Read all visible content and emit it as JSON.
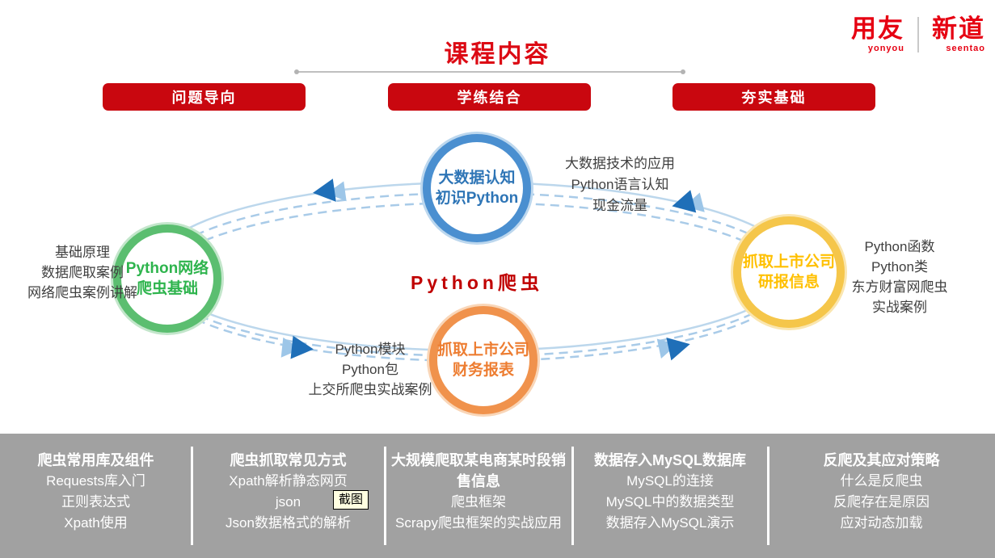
{
  "page": {
    "title": "课程内容"
  },
  "logo": {
    "brand_left": "用友",
    "brand_left_sub": "yonyou",
    "brand_right": "新道",
    "brand_right_sub": "seentao"
  },
  "banners": [
    {
      "label": "问题导向"
    },
    {
      "label": "学练结合"
    },
    {
      "label": "夯实基础"
    }
  ],
  "diagram": {
    "center_label": "Python爬虫",
    "nodes": [
      {
        "position": "top",
        "line1": "大数据认知",
        "line2": "初识Python",
        "ring_color": "#4a8fd0",
        "text_color": "#2e75b6"
      },
      {
        "position": "left",
        "line1": "Python网络",
        "line2": "爬虫基础",
        "ring_color": "#5bbe70",
        "text_color": "#2eb44d"
      },
      {
        "position": "right",
        "line1": "抓取上市公司",
        "line2": "研报信息",
        "ring_color": "#f5c64a",
        "text_color": "#ffc000"
      },
      {
        "position": "bottom",
        "line1": "抓取上市公司",
        "line2": "财务报表",
        "ring_color": "#f0924c",
        "text_color": "#ed7d31"
      }
    ],
    "notes": {
      "top_right": {
        "line1": "大数据技术的应用",
        "line2": "Python语言认知",
        "line3": "现金流量"
      },
      "left": {
        "line1": "基础原理",
        "line2": "数据爬取案例",
        "line3": "网络爬虫案例讲解"
      },
      "right": {
        "line1": "Python函数",
        "line2": "Python类",
        "line3": "东方财富网爬虫",
        "line4": "实战案例"
      },
      "bottom_left": {
        "line1": "Python模块",
        "line2": "Python包",
        "line3": "上交所爬虫实战案例"
      }
    },
    "orbit_colors": {
      "solid_line": "#bcd7ec",
      "dashed_line": "#a9cbe8",
      "arrow_dark": "#1f6fb8",
      "arrow_light": "#9dc6e8"
    }
  },
  "footer": {
    "columns": [
      {
        "heading": "爬虫常用库及组件",
        "items": [
          "Requests库入门",
          "正则表达式",
          "Xpath使用"
        ]
      },
      {
        "heading": "爬虫抓取常见方式",
        "items": [
          "Xpath解析静态网页",
          "json",
          "Json数据格式的解析"
        ]
      },
      {
        "heading": "大规模爬取某电商某时段销售信息",
        "items": [
          "爬虫框架",
          "Scrapy爬虫框架的实战应用"
        ]
      },
      {
        "heading": "数据存入MySQL数据库",
        "items": [
          "MySQL的连接",
          "MySQL中的数据类型",
          "数据存入MySQL演示"
        ]
      },
      {
        "heading": "反爬及其应对策略",
        "items": [
          "什么是反爬虫",
          "反爬存在是原因",
          "应对动态加载"
        ]
      }
    ],
    "tooltip_label": "截图",
    "bar_color": "#a1a1a1"
  },
  "theme": {
    "accent_red": "#c9070f",
    "title_red": "#dc0a14",
    "logo_red": "#e60012",
    "center_red": "#c00000",
    "note_gray": "#404040"
  }
}
